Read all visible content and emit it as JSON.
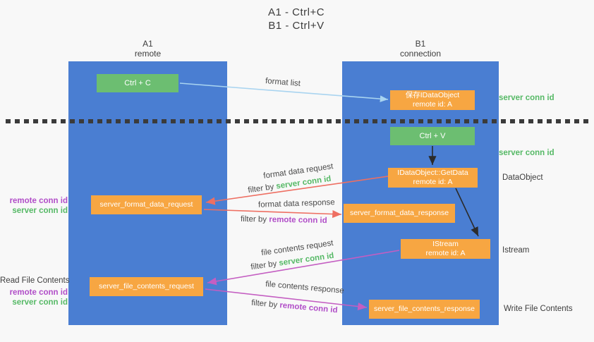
{
  "title": {
    "line1": "A1 - Ctrl+C",
    "line2": "B1 - Ctrl+V"
  },
  "columns": {
    "a1": {
      "name": "A1",
      "subtitle": "remote"
    },
    "b1": {
      "name": "B1",
      "subtitle": "connection"
    }
  },
  "nodes": {
    "ctrl_c": "Ctrl + C",
    "ctrl_v": "Ctrl + V",
    "save_idataobject": {
      "line1": "保存IDataObject",
      "line2": "remote id: A"
    },
    "idataobject_getdata": {
      "line1": "IDataObject::GetData",
      "line2": "remote id: A"
    },
    "istream": {
      "line1": "IStream",
      "line2": "remote id: A"
    },
    "server_format_data_request": "server_format_data_request",
    "server_format_data_response": "server_format_data_response",
    "server_file_contents_request": "server_file_contents_request",
    "server_file_contents_response": "server_file_contents_response"
  },
  "labels": {
    "format_list": "format list",
    "server_conn_id": "server conn id",
    "remote_conn_id": "remote conn id",
    "dataobject": "DataObject",
    "istream": "Istream",
    "read_file_contents": "Read File Contents",
    "write_file_contents": "Write File Contents",
    "format_data_request": "format data request",
    "format_data_response": "format data response",
    "file_contents_request": "file contents request",
    "file_contents_response": "file contents response",
    "filter_by": "filter by "
  },
  "colors": {
    "background": "#f8f8f8",
    "column_blue": "#4a7ed2",
    "node_orange": "#f7a642",
    "node_green": "#6cbe71",
    "green_text": "#56b966",
    "purple_text": "#b14ec8",
    "red_arrow": "#ee6f62",
    "magenta_arrow": "#c45ec2",
    "blue_arrow": "#a9d4f0",
    "black_arrow": "#2b2b2b",
    "dotted_line": "#3b3b3b"
  }
}
